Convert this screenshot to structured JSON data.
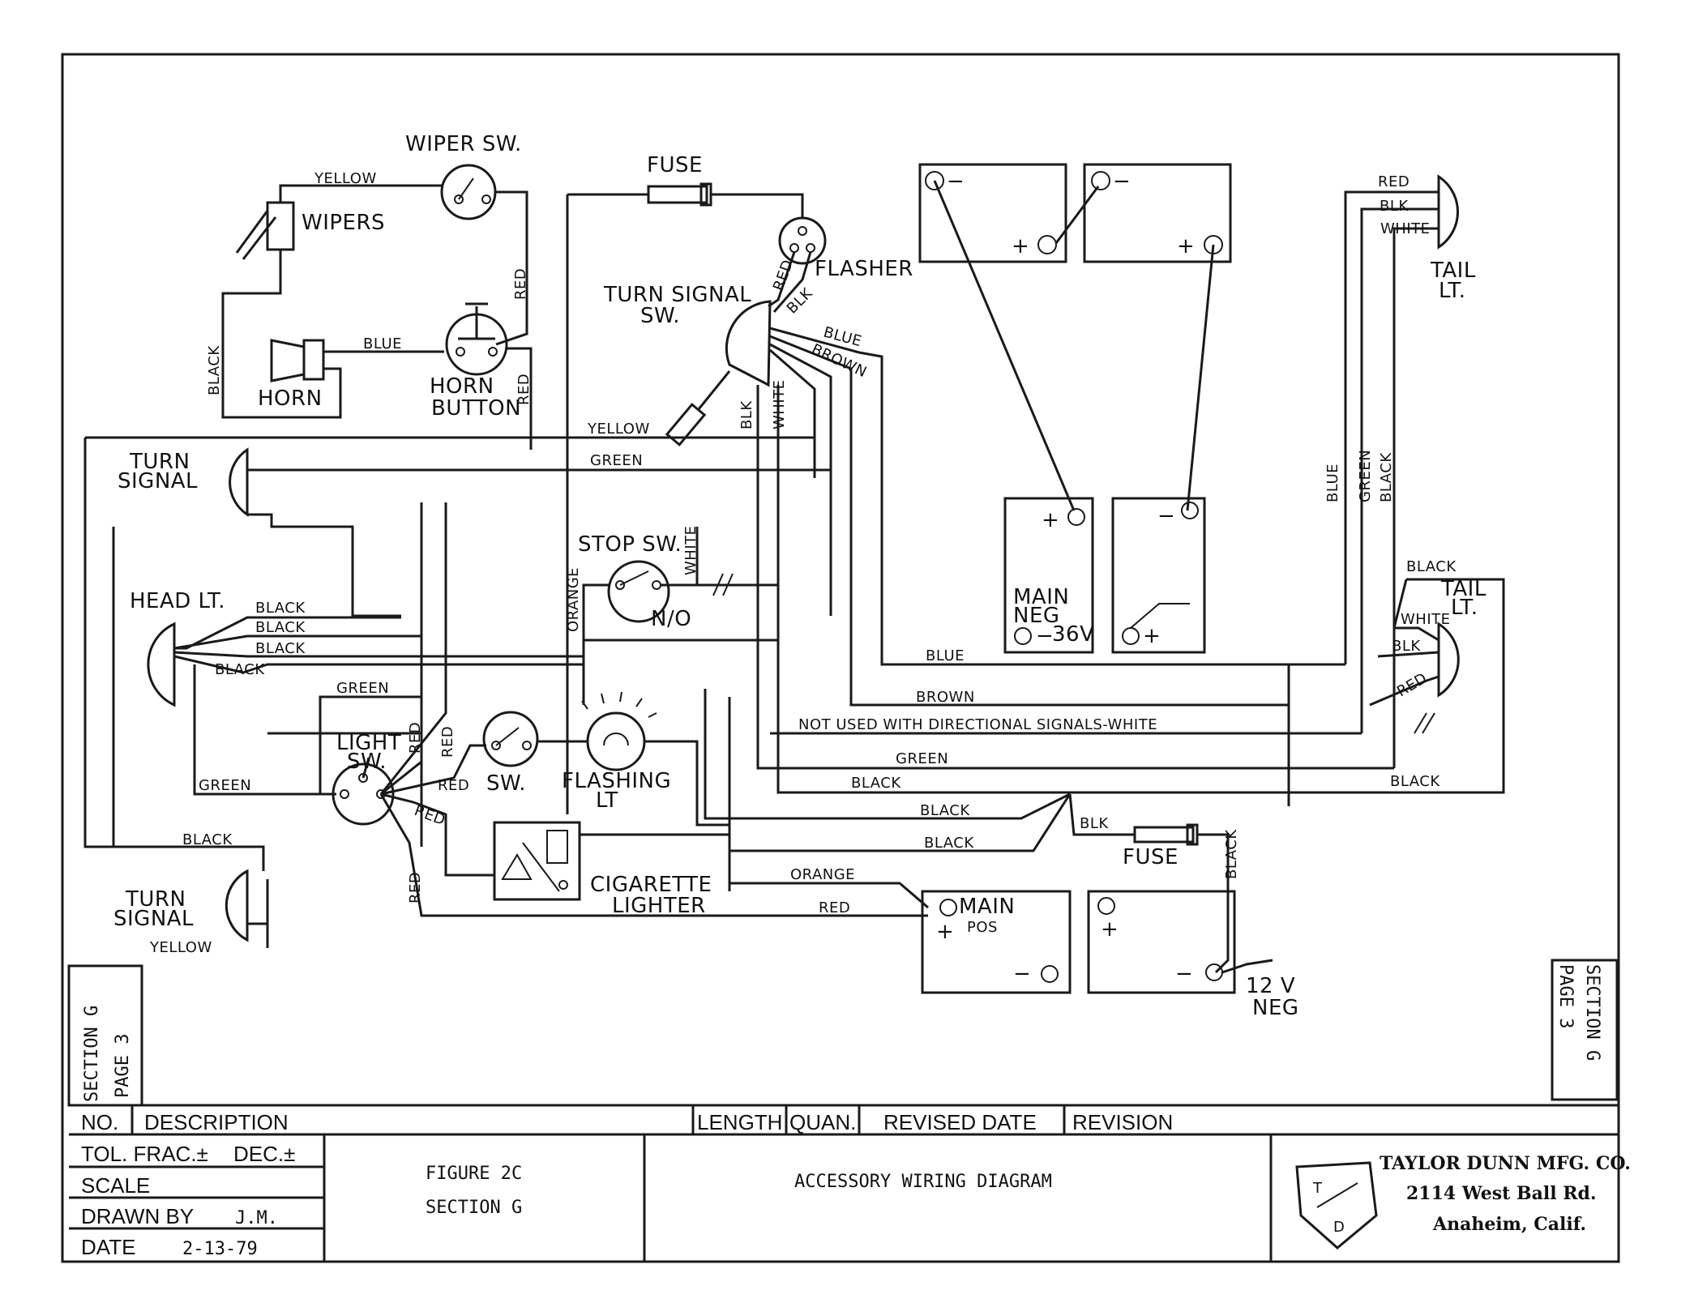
{
  "diagram": {
    "components": {
      "wiper_sw": "WIPER SW.",
      "wipers": "WIPERS",
      "horn": "HORN",
      "horn_button_1": "HORN",
      "horn_button_2": "BUTTON",
      "fuse_top": "FUSE",
      "flasher": "FLASHER",
      "turn_signal_sw_1": "TURN SIGNAL",
      "turn_signal_sw_2": "SW.",
      "tail_lt_top_1": "TAIL",
      "tail_lt_top_2": "LT.",
      "turn_signal_top_1": "TURN",
      "turn_signal_top_2": "SIGNAL",
      "head_lt": "HEAD LT.",
      "stop_sw": "STOP SW.",
      "no": "N/O",
      "main_neg_1": "MAIN",
      "main_neg_2": "NEG",
      "main_neg_3": "36V",
      "tail_lt_right_1": "TAIL",
      "tail_lt_right_2": "LT.",
      "light_sw_1": "LIGHT",
      "light_sw_2": "SW.",
      "sw": "SW.",
      "flashing_lt_1": "FLASHING",
      "flashing_lt_2": "LT",
      "cigarette_lighter_1": "CIGARETTE",
      "cigarette_lighter_2": "LIGHTER",
      "fuse_bottom": "FUSE",
      "main_pos_1": "MAIN",
      "main_pos_2": "POS",
      "neg_12v_1": "12 V",
      "neg_12v_2": "NEG",
      "turn_signal_bottom_1": "TURN",
      "turn_signal_bottom_2": "SIGNAL"
    },
    "wire_labels": {
      "yellow_wiper": "YELLOW",
      "black_left": "BLACK",
      "blue_horn": "BLUE",
      "red_horn_1": "RED",
      "red_horn_2": "RED",
      "red_flasher": "RED",
      "blk_flasher": "BLK",
      "blue_ts": "BLUE",
      "brown_ts": "BROWN",
      "blk_ts": "BLK",
      "white_ts": "WHITE",
      "yellow_bus": "YELLOW",
      "green_bus": "GREEN",
      "white_stop": "WHITE",
      "orange_stop": "ORANGE",
      "black_hl_1": "BLACK",
      "black_hl_2": "BLACK",
      "black_hl_3": "BLACK",
      "black_hl_4": "BLACK",
      "green_ls_top": "GREEN",
      "green_ls_left": "GREEN",
      "red_ls_1": "RED",
      "red_ls_2": "RED",
      "red_ls_3": "RED",
      "red_ls_4": "RED",
      "red_cig": "RED",
      "blue_run": "BLUE",
      "brown_run": "BROWN",
      "not_used": "NOT USED WITH DIRECTIONAL SIGNALS-WHITE",
      "green_run": "GREEN",
      "black_run": "BLACK",
      "black_run_right": "BLACK",
      "black_fuse_1": "BLACK",
      "black_fuse_2": "BLACK",
      "blk_fuse": "BLK",
      "black_fuse_v": "BLACK",
      "orange_main": "ORANGE",
      "red_main": "RED",
      "black_ts_bottom": "BLACK",
      "yellow_ts_bottom": "YELLOW",
      "red_tail": "RED",
      "blk_tail": "BLK",
      "white_tail": "WHITE",
      "blue_vert": "BLUE",
      "green_vert": "GREEN",
      "black_vert": "BLACK",
      "black_tail2": "BLACK",
      "white_tail2": "WHITE",
      "blk_tail2": "BLK",
      "red_tail2": "RED"
    },
    "battery_marks": {
      "minus": "−",
      "plus": "+",
      "plus_minus": "−",
      "plus_sign": "+"
    }
  },
  "side_labels": {
    "left_section": "SECTION G",
    "left_page": "PAGE 3",
    "right_section": "SECTION G",
    "right_page": "PAGE 3"
  },
  "title_block": {
    "headers": {
      "no": "NO.",
      "description": "DESCRIPTION",
      "length": "LENGTH",
      "quan": "QUAN.",
      "revised_date": "REVISED DATE",
      "revision": "REVISION"
    },
    "tol_frac": "TOL. FRAC.±",
    "dec": "DEC.±",
    "scale": "SCALE",
    "drawn_by_label": "DRAWN BY",
    "drawn_by_value": "J.M.",
    "date_label": "DATE",
    "date_value": "2-13-79",
    "figure": "FIGURE 2C",
    "section": "SECTION G",
    "title": "ACCESSORY WIRING DIAGRAM",
    "company_name": "TAYLOR DUNN MFG. CO.",
    "company_address": "2114 West Ball Rd.",
    "company_city": "Anaheim, Calif."
  }
}
